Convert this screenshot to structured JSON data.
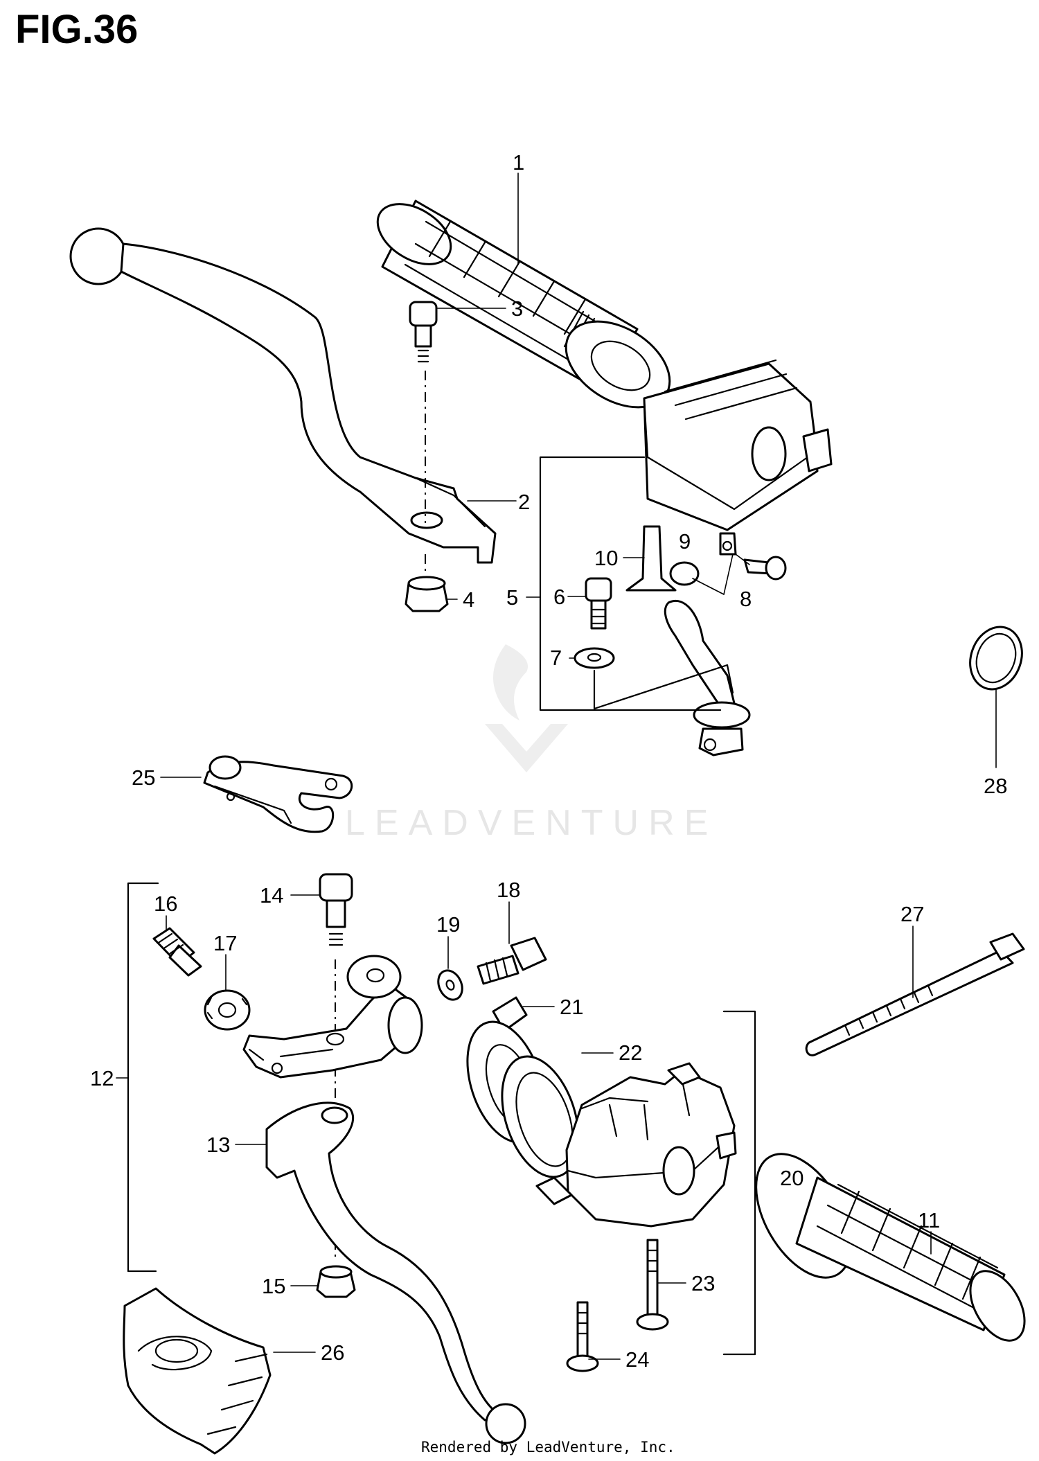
{
  "figure": {
    "title": "FIG.36",
    "watermark": "LEADVENTURE",
    "footer": "Rendered by LeadVenture, Inc."
  },
  "callouts": [
    "1",
    "2",
    "3",
    "4",
    "5",
    "6",
    "7",
    "8",
    "9",
    "10",
    "11",
    "12",
    "13",
    "14",
    "15",
    "16",
    "17",
    "18",
    "19",
    "20",
    "21",
    "22",
    "23",
    "24",
    "25",
    "26",
    "27",
    "28"
  ],
  "colors": {
    "line": "#000000",
    "background": "#ffffff",
    "watermark": "#e6e6e6"
  }
}
